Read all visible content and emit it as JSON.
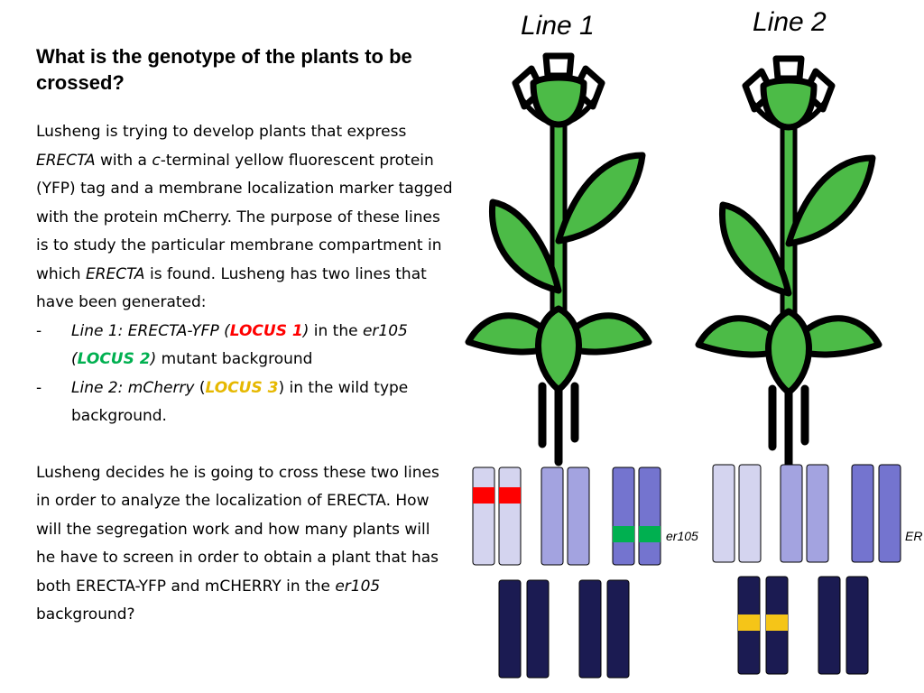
{
  "heading": "What is the genotype of the plants to be crossed?",
  "para1": {
    "t1": "Lusheng is trying to develop plants that express ",
    "gene": "ERECTA",
    "t2": " with a ",
    "c": "c",
    "t3": "-terminal yellow fluorescent protein (YFP) tag and a membrane localization marker tagged with the protein mCherry. The purpose of these lines is to study the particular membrane compartment in which ",
    "gene2": "ERECTA",
    "t4": " is found. Lusheng has two lines that have been generated:"
  },
  "list": [
    {
      "dash": "-",
      "a": "Line 1: ERECTA-YFP (",
      "locus": "LOCUS 1",
      "b": ")",
      "c": " in the ",
      "d": "er105",
      "e": "(",
      "locus2": "LOCUS 2",
      "f": ")",
      "g": " mutant background"
    },
    {
      "dash": "-",
      "a": "Line 2: mCherry",
      "b": " (",
      "locus": "LOCUS 3",
      "c": ")",
      "d": " in the wild type background."
    }
  ],
  "para2": {
    "t1": "Lusheng decides he is going to cross these two lines in order to analyze the localization of ERECTA. How will the segregation work and how many plants will he have to screen in order to obtain a plant that has both ERECTA-YFP and mCHERRY in the ",
    "er": "er105",
    "t2": " background?"
  },
  "lines": {
    "line1": "Line 1",
    "line2": "Line 2"
  },
  "chromosome_labels": {
    "er105": "er105",
    "ER": "ER"
  },
  "colors": {
    "locus1": "#ff0000",
    "locus2": "#00b050",
    "locus3": "#f5c518",
    "leaf": "#4cbb47",
    "chrom_light": "#d4d4ef",
    "chrom_mid": "#a3a3e0",
    "chrom_blue": "#7474cf",
    "chrom_dark": "#1b1b52"
  }
}
